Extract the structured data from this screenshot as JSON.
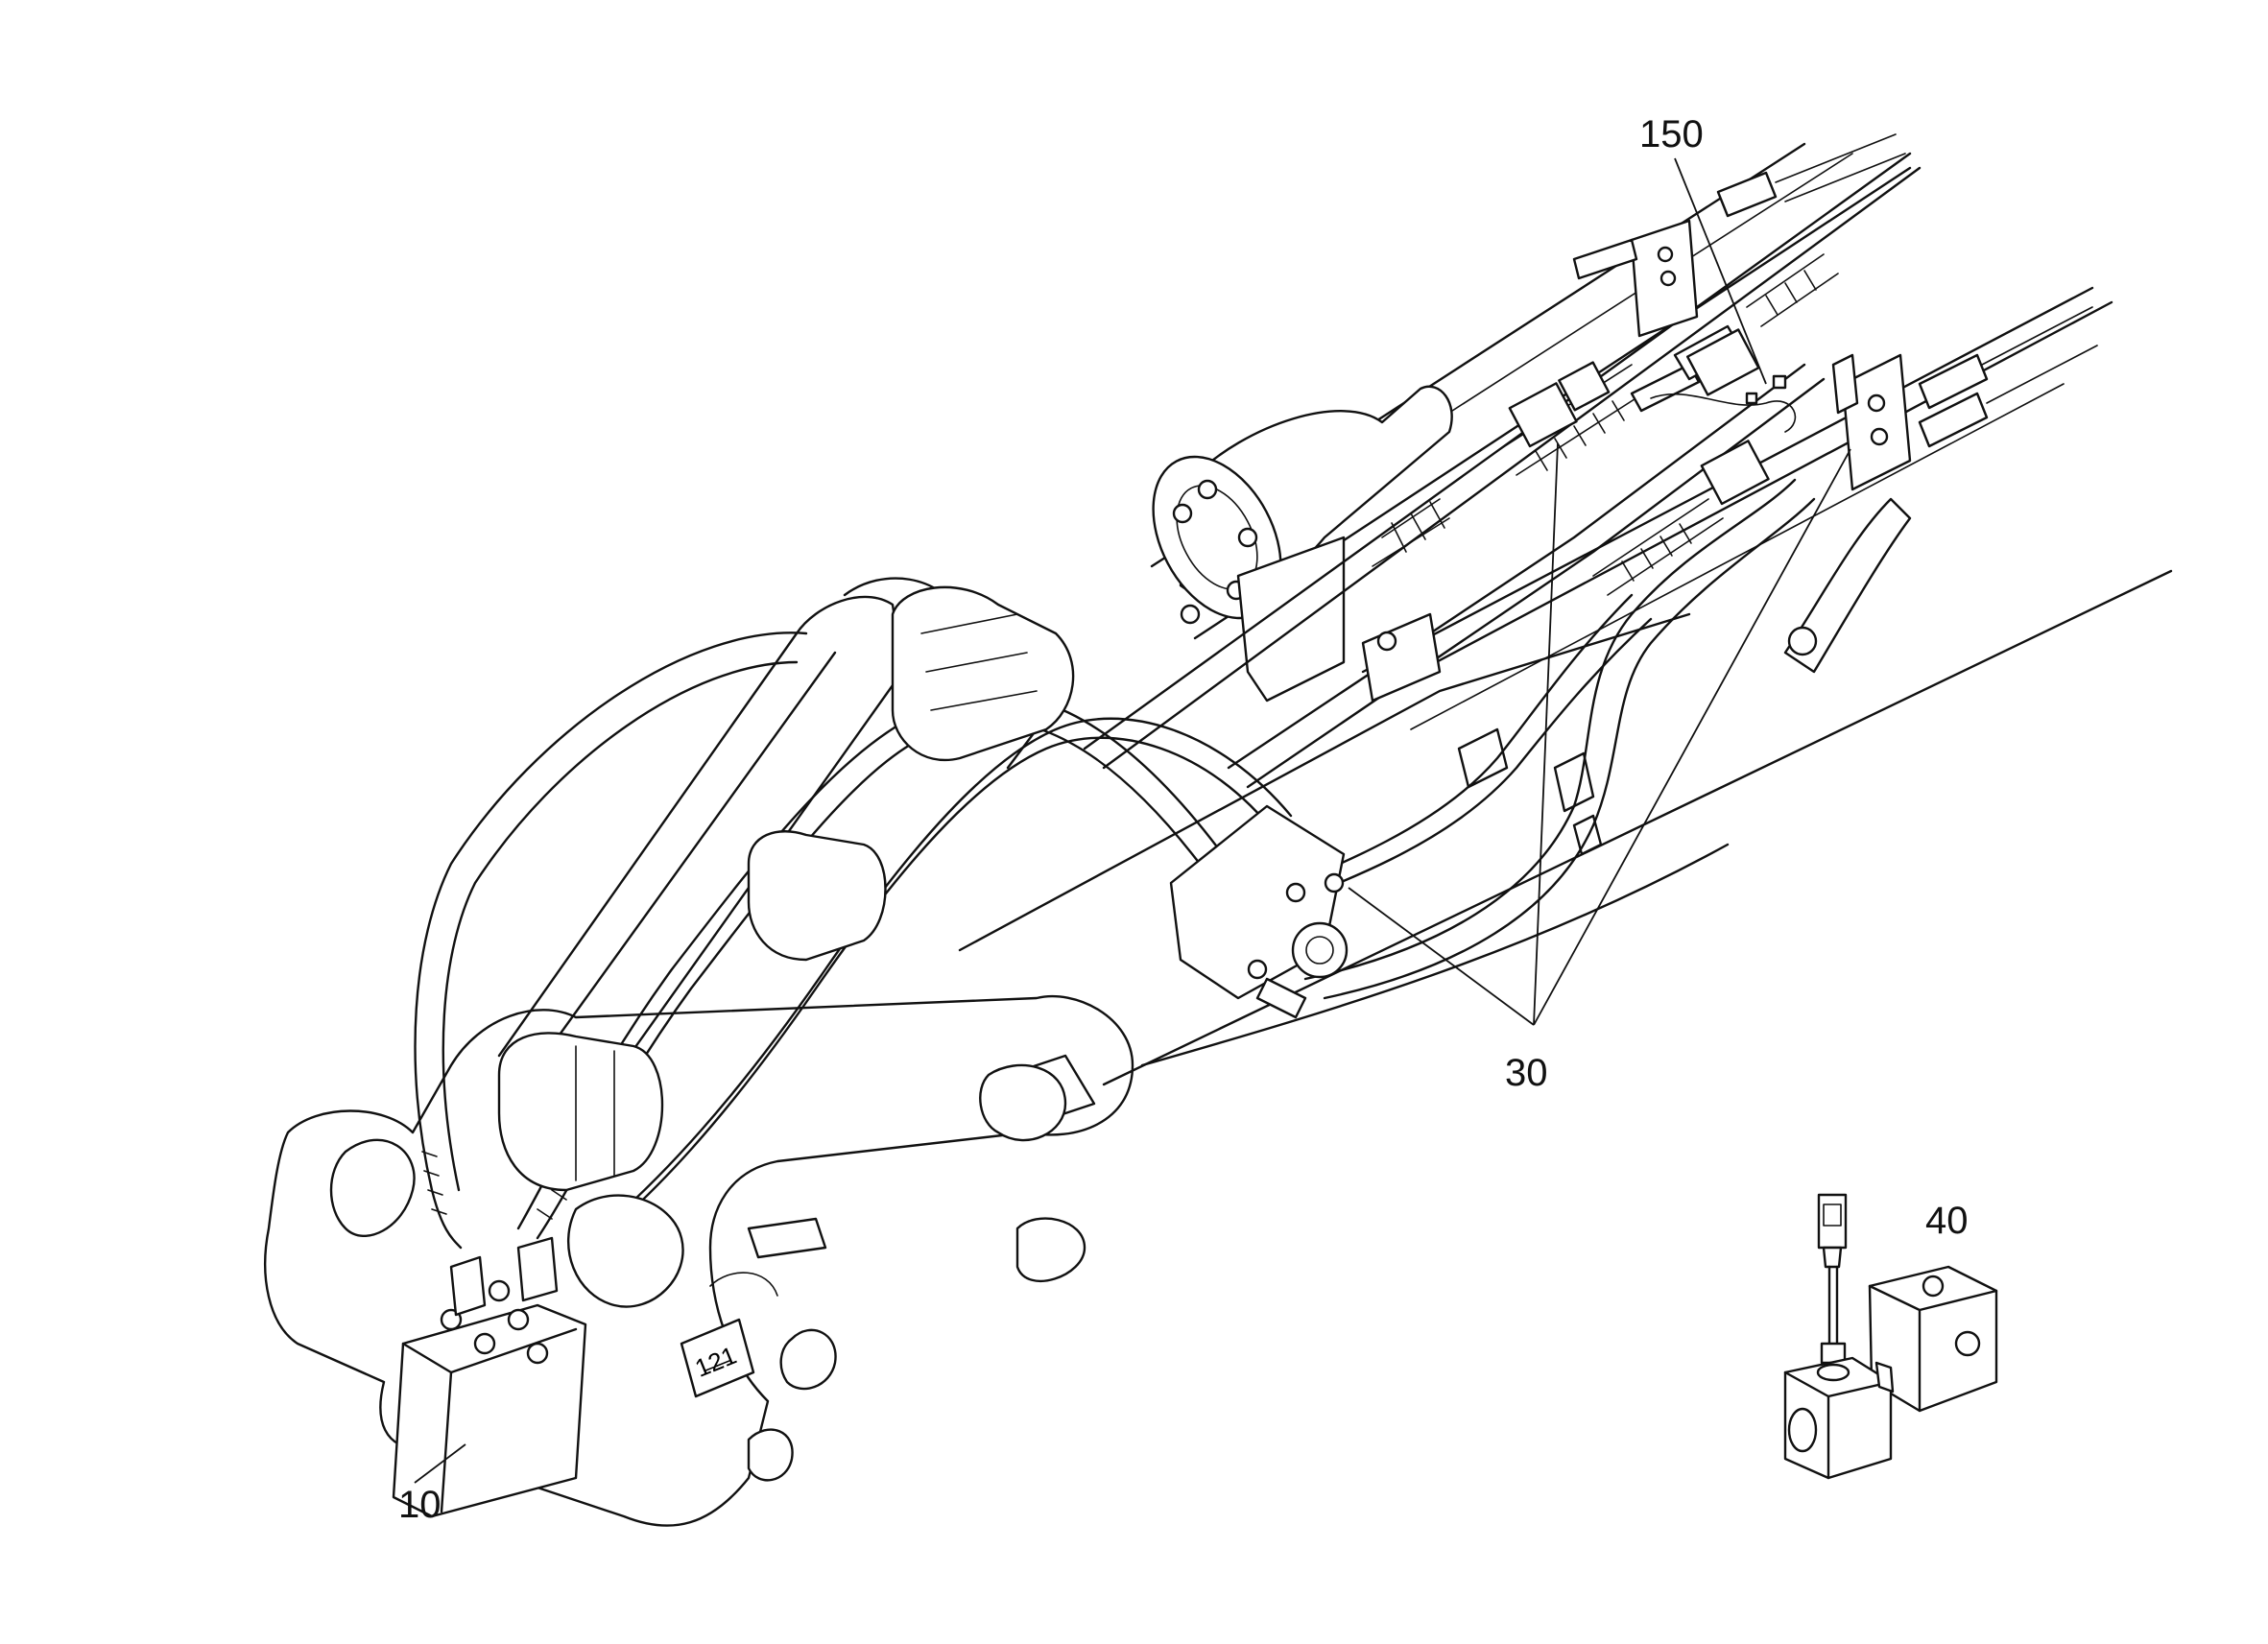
{
  "diagram": {
    "callouts": {
      "part_150": "150",
      "part_30": "30",
      "part_40": "40",
      "part_10": "10"
    }
  }
}
